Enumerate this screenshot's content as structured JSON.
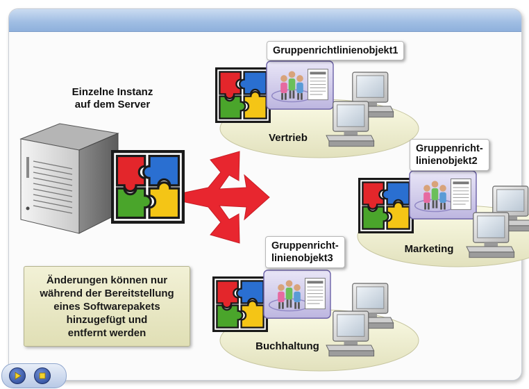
{
  "server": {
    "label_line1": "Einzelne Instanz",
    "label_line2": "auf dem Server"
  },
  "groups": [
    {
      "name": "Vertrieb",
      "gpo": "Gruppenrichtlinienobjekt1"
    },
    {
      "name": "Marketing",
      "gpo_line1": "Gruppenricht-",
      "gpo_line2": "linienobjekt2"
    },
    {
      "name": "Buchhaltung",
      "gpo_line1": "Gruppenricht-",
      "gpo_line2": "linienobjekt3"
    }
  ],
  "note": "Änderungen können nur\nwährend der Bereitstellung\neines Softwarepakets\nhinzugefügt und\nentfernt werden",
  "colors": {
    "arrow": "#e8262f",
    "puzzle_red": "#e3262b",
    "puzzle_blue": "#2a6fd1",
    "puzzle_green": "#4aa52b",
    "puzzle_yellow": "#f4c516",
    "title_bar": "#9fbde3",
    "note_bg": "#e8e7c4"
  },
  "icons": [
    "server-tower-icon",
    "office-puzzle-icon",
    "users-group-icon",
    "document-icon",
    "computer-icon",
    "play-icon",
    "stop-icon"
  ]
}
